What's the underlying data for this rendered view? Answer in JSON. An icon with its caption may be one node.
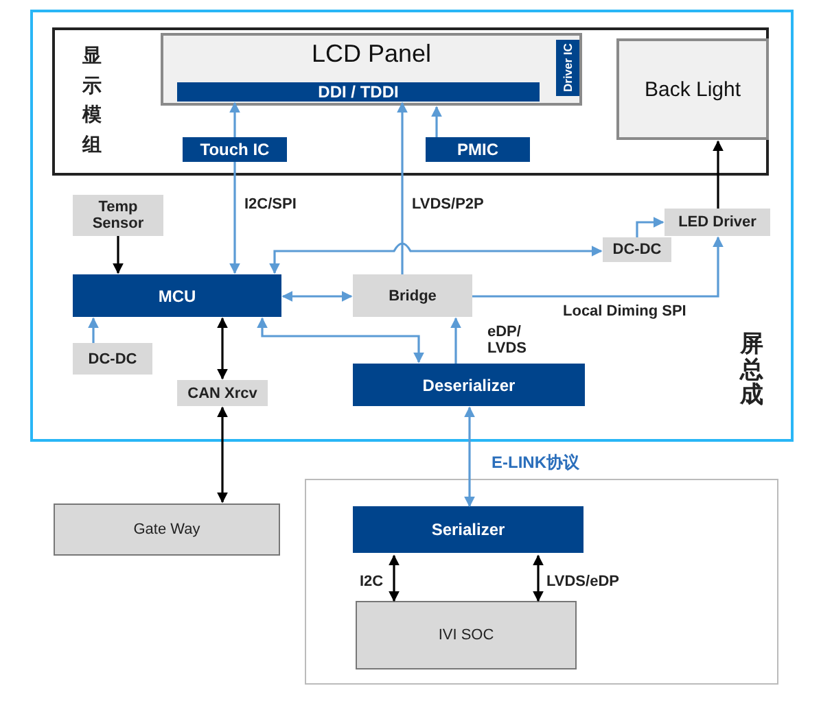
{
  "diagram": {
    "nodes": [
      {
        "text": [
          "屏总成"
        ]
      },
      {
        "text": [
          "显示模组"
        ],
        "in": 0
      },
      {
        "text": [
          "LCD Panel"
        ],
        "in": 1
      },
      {
        "text": [
          "DDI / TDDI"
        ],
        "in": 2
      },
      {
        "text": [
          "Driver IC"
        ],
        "in": 2
      },
      {
        "text": [
          "Touch IC"
        ],
        "in": 1
      },
      {
        "text": [
          "PMIC"
        ],
        "in": 1
      },
      {
        "text": [
          "Back Light"
        ],
        "in": 1
      },
      {
        "text": [
          "Temp Sensor"
        ],
        "in": 0
      },
      {
        "text": [
          "MCU"
        ],
        "in": 0
      },
      {
        "text": [
          "DC-DC"
        ],
        "in": 0
      },
      {
        "text": [
          "CAN Xrcv"
        ],
        "in": 0
      },
      {
        "text": [
          "Bridge"
        ],
        "in": 0
      },
      {
        "text": [
          "DC-DC"
        ],
        "in": 0
      },
      {
        "text": [
          "LED Driver"
        ],
        "in": 0
      },
      {
        "text": [
          "Deserializer"
        ],
        "in": 0
      },
      {
        "text": [
          "Gate Way"
        ]
      },
      {
        "text": [],
        "shape": "box"
      },
      {
        "text": [
          "Serializer"
        ],
        "in": 17
      },
      {
        "text": [
          "IVI SOC"
        ],
        "in": 17
      }
    ],
    "edges": [
      {
        "from": 5,
        "to": 3,
        "arrow": "to"
      },
      {
        "from": 5,
        "to": 9,
        "arrow": "to",
        "label": "I2C/SPI"
      },
      {
        "from": 12,
        "to": 3,
        "arrow": "to",
        "label": "LVDS/P2P"
      },
      {
        "from": 6,
        "to": 2,
        "arrow": "to"
      },
      {
        "from": 14,
        "to": 7,
        "arrow": "to",
        "color": "#000000"
      },
      {
        "from": 8,
        "to": 9,
        "arrow": "to",
        "color": "#000000"
      },
      {
        "from": 10,
        "to": 9,
        "arrow": "to"
      },
      {
        "from": 9,
        "to": 11,
        "arrow": "both",
        "color": "#000000"
      },
      {
        "from": 11,
        "to": 16,
        "arrow": "both",
        "color": "#000000"
      },
      {
        "from": 9,
        "to": 12,
        "arrow": "both"
      },
      {
        "from": 9,
        "to": 13,
        "arrow": "both"
      },
      {
        "from": 13,
        "to": 14,
        "arrow": "to"
      },
      {
        "from": 12,
        "to": 14,
        "arrow": "to",
        "label": "Local Diming SPI"
      },
      {
        "from": 9,
        "to": 15,
        "arrow": "both"
      },
      {
        "from": 15,
        "to": 12,
        "arrow": "to",
        "label": "eDP/ LVDS"
      },
      {
        "from": 15,
        "to": 18,
        "arrow": "both",
        "label": "E-LINK协议"
      },
      {
        "from": 18,
        "to": 19,
        "arrow": "both",
        "color": "#000000",
        "label": "I2C"
      },
      {
        "from": 18,
        "to": 19,
        "arrow": "both",
        "color": "#000000",
        "label": "LVDS/eDP"
      }
    ]
  }
}
